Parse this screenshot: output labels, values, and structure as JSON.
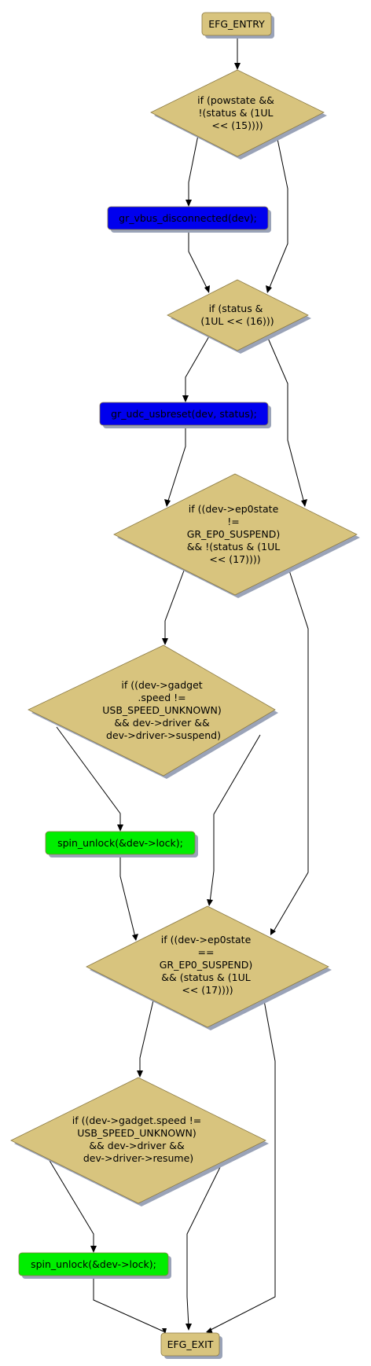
{
  "colors": {
    "decision": "#d8c47e",
    "terminal": "#d8c47e",
    "call_blue": "#0000ee",
    "call_green": "#00ee00",
    "shadow": "#9aa3b8"
  },
  "nodes": {
    "entry": "EFG_ENTRY",
    "cond_powstate": [
      "if (powstate &&",
      "!(status & (1UL",
      "<< (15))))"
    ],
    "vbus_disconnected": "gr_vbus_disconnected(dev);",
    "cond_status16": [
      "if (status &",
      "(1UL << (16)))"
    ],
    "usbreset": "gr_udc_usbreset(dev, status);",
    "cond_not_suspend": [
      "if ((dev->ep0state",
      "!=",
      "GR_EP0_SUSPEND)",
      "&& !(status & (1UL",
      "<< (17))))"
    ],
    "cond_suspend_cb": [
      "if ((dev->gadget",
      ".speed !=",
      "USB_SPEED_UNKNOWN)",
      "&& dev->driver &&",
      "dev->driver->suspend)"
    ],
    "unlock_1": "spin_unlock(&dev->lock);",
    "cond_is_suspend": [
      "if ((dev->ep0state",
      "==",
      "GR_EP0_SUSPEND)",
      "&& (status & (1UL",
      "<< (17))))"
    ],
    "cond_resume_cb": [
      "if ((dev->gadget.speed !=",
      "USB_SPEED_UNKNOWN)",
      "&& dev->driver &&",
      "dev->driver->resume)"
    ],
    "unlock_2": "spin_unlock(&dev->lock);",
    "exit": "EFG_EXIT"
  }
}
